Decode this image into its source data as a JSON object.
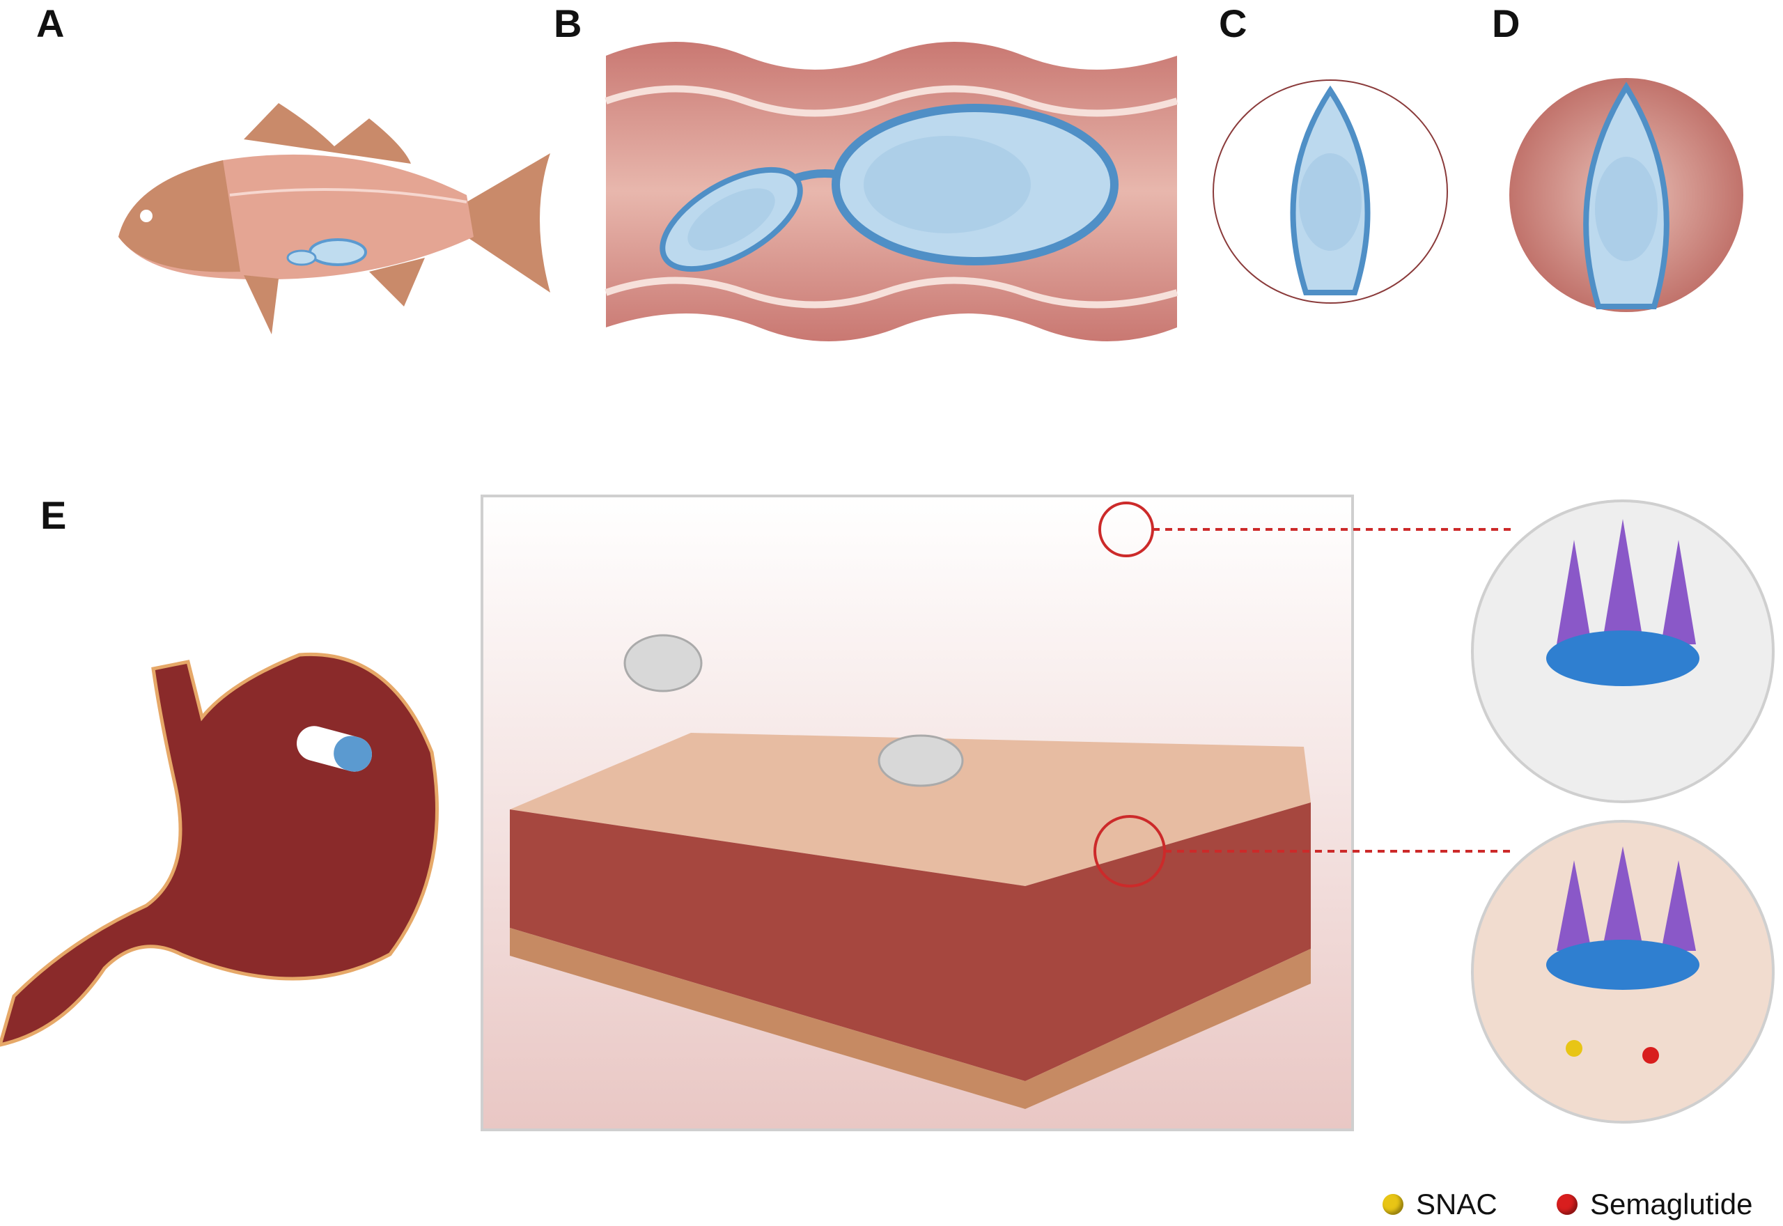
{
  "panels": {
    "a": "A",
    "b": "B",
    "c": "C",
    "d": "D",
    "e": "E"
  },
  "legend": [
    {
      "label": "SNAC",
      "color": "#e8c515"
    },
    {
      "label": "Semaglutide",
      "color": "#d81e1e"
    }
  ],
  "colors": {
    "fish": "#c98a6a",
    "fish_belly": "#e8b2a8",
    "capsule_blue": "#5b9ad0",
    "intestine": "#d89b95",
    "stomach": "#8a2a2a",
    "device_ring": "#2f7fd0",
    "device_spike": "#8a58c8",
    "callout": "#cc2a2a"
  }
}
